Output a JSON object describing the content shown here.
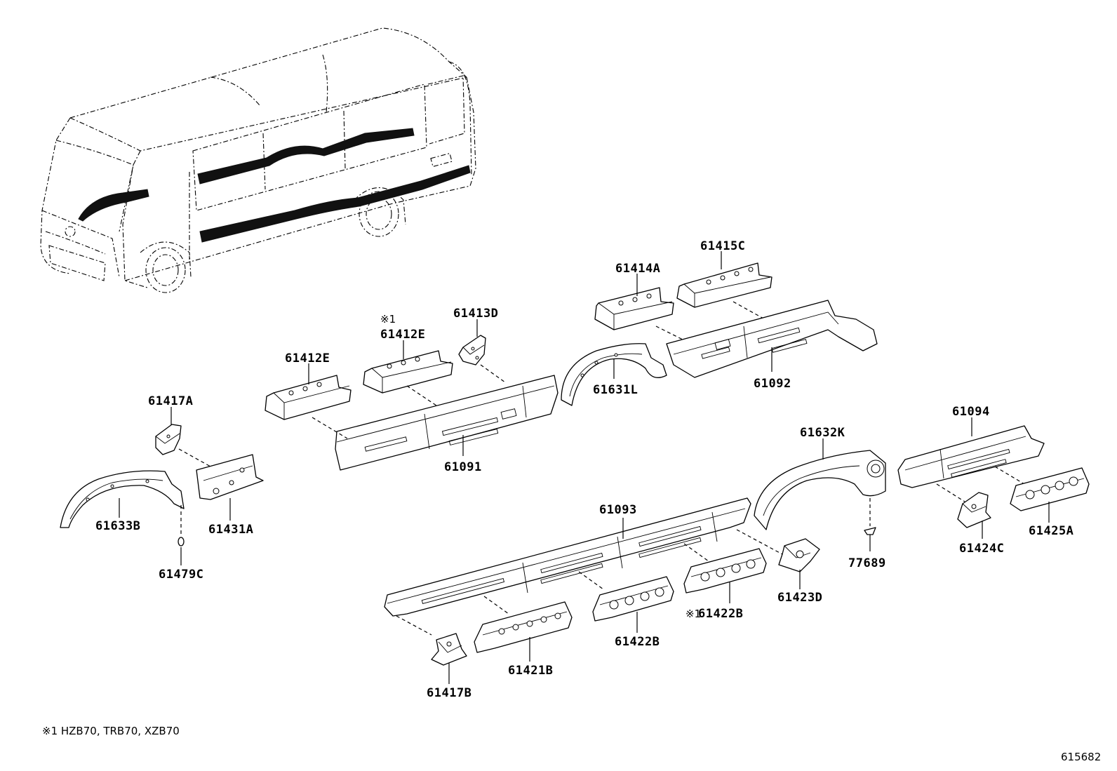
{
  "diagram": {
    "part_labels": {
      "p61415C": "61415C",
      "p61414A": "61414A",
      "p61413D": "61413D",
      "p61412E_top": "61412E",
      "p61412E_top_mark": "※1",
      "p61412E": "61412E",
      "p61417A": "61417A",
      "p61631L": "61631L",
      "p61092": "61092",
      "p61091": "61091",
      "p61633B": "61633B",
      "p61431A": "61431A",
      "p61479C": "61479C",
      "p61632K": "61632K",
      "p61094": "61094",
      "p61093": "61093",
      "p77689": "77689",
      "p61424C": "61424C",
      "p61425A": "61425A",
      "p61423D": "61423D",
      "p61422B_mark": "※1",
      "p61422B_a": "61422B",
      "p61422B_b": "61422B",
      "p61421B": "61421B",
      "p61417B": "61417B"
    },
    "footnote": "※1 HZB70, TRB70, XZB70",
    "figure_number": "615682"
  }
}
